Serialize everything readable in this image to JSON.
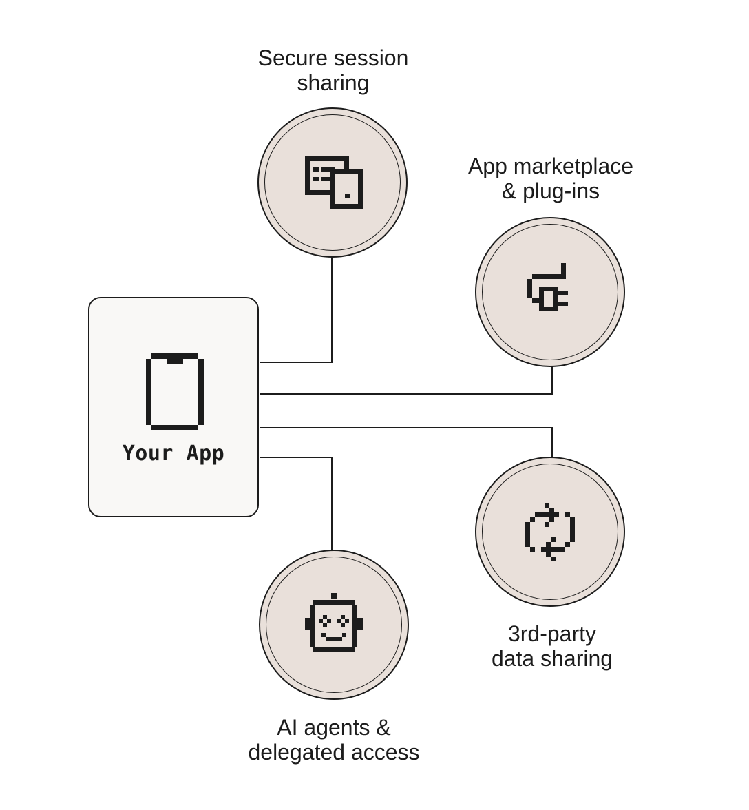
{
  "app": {
    "label": "Your App",
    "icon": "mobile-phone-icon"
  },
  "nodes": {
    "session_sharing": {
      "label_line1": "Secure session",
      "label_line2": "sharing",
      "icon": "multi-device-icon"
    },
    "marketplace": {
      "label_line1": "App marketplace",
      "label_line2": "& plug-ins",
      "icon": "plug-icon"
    },
    "data_sharing": {
      "label_line1": "3rd-party",
      "label_line2": "data sharing",
      "icon": "sync-arrows-icon"
    },
    "ai_agents": {
      "label_line1": "AI agents &",
      "label_line2": "delegated access",
      "icon": "robot-icon"
    }
  },
  "colors": {
    "stroke": "#1c1c1c",
    "node_fill": "#e9e0da",
    "app_fill": "#f9f8f6"
  }
}
